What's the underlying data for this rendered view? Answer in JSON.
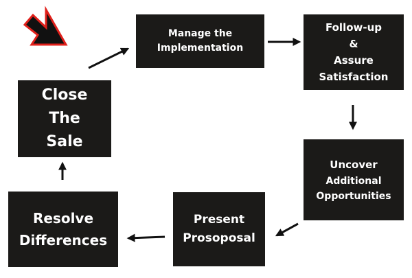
{
  "diagram": {
    "nodes": {
      "manage": {
        "lines": [
          "Manage the",
          "Implementation"
        ]
      },
      "follow_up": {
        "lines": [
          "Follow-up",
          "&",
          "Assure",
          "Satisfaction"
        ]
      },
      "uncover": {
        "lines": [
          "Uncover",
          "Additional",
          "Opportunities"
        ]
      },
      "present": {
        "lines": [
          "Present",
          "Prosoposal"
        ]
      },
      "resolve": {
        "lines": [
          "Resolve",
          "Differences"
        ]
      },
      "close": {
        "lines": [
          "Close",
          "The",
          "Sale"
        ]
      }
    },
    "flow": [
      "manage",
      "follow_up",
      "uncover",
      "present",
      "resolve",
      "close",
      "manage"
    ],
    "start_marker": {
      "icon": "red-pointer-arrow-icon",
      "fill": "#111111",
      "outline": "#e0201b"
    }
  },
  "colors": {
    "box_fill": "#1b1a18",
    "box_text": "#ffffff",
    "arrow": "#111111",
    "background": "#ffffff"
  }
}
